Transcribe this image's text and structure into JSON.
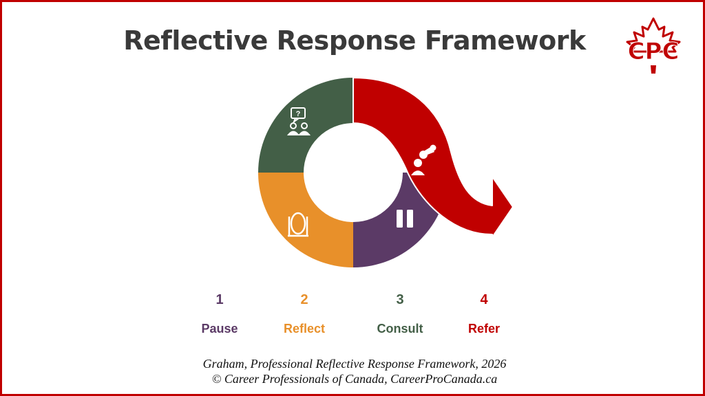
{
  "title": "Reflective Response Framework",
  "logo": {
    "text": "CPC",
    "color": "#c00000"
  },
  "colors": {
    "pause": "#5b3a66",
    "reflect": "#e8902a",
    "consult": "#435f47",
    "refer": "#c00000"
  },
  "steps": [
    {
      "number": "1",
      "label": "Pause",
      "icon": "pause-icon"
    },
    {
      "number": "2",
      "label": "Reflect",
      "icon": "mirror-icon"
    },
    {
      "number": "3",
      "label": "Consult",
      "icon": "discussion-icon"
    },
    {
      "number": "4",
      "label": "Refer",
      "icon": "handoff-icon"
    }
  ],
  "citation": {
    "line1": "Graham, Professional Reflective Response Framework, 2026",
    "line2": "© Career Professionals of Canada, CareerProCanada.ca"
  }
}
